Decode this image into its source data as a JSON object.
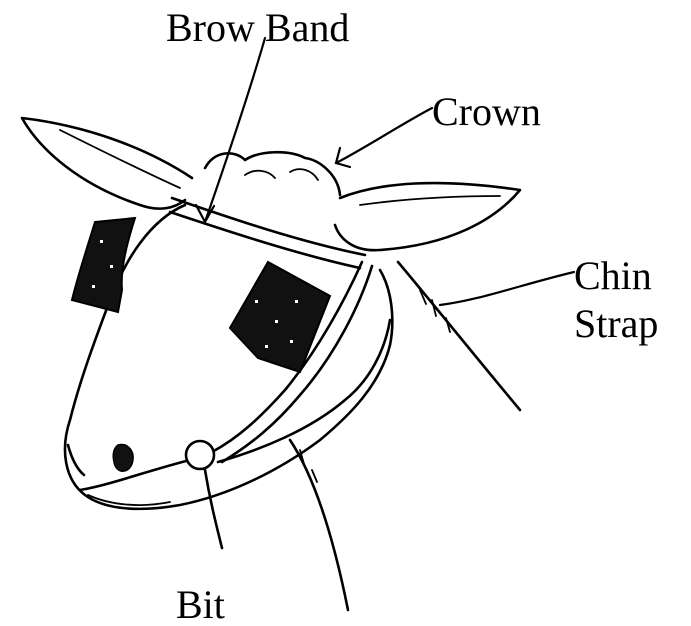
{
  "labels": {
    "brow_band": "Brow Band",
    "crown": "Crown",
    "chin_strap_line1": "Chin",
    "chin_strap_line2": "Strap",
    "bit": "Bit"
  },
  "colors": {
    "ink": "#000000",
    "background": "#ffffff"
  }
}
